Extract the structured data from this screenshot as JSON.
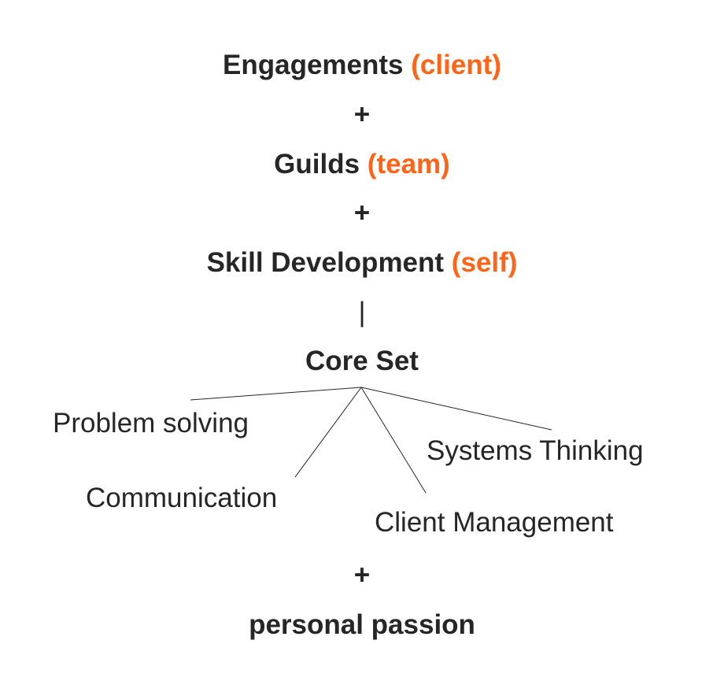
{
  "rows": [
    {
      "main": "Engagements",
      "accent": "(client)"
    },
    {
      "main": "Guilds",
      "accent": "(team)"
    },
    {
      "main": "Skill Development",
      "accent": "(self)"
    }
  ],
  "plus": "+",
  "bar": "|",
  "core_set": {
    "title": "Core Set",
    "items": [
      "Problem solving",
      "Communication",
      "Client Management",
      "Systems Thinking"
    ]
  },
  "footer": "personal passion",
  "colors": {
    "accent": "#ff6316",
    "text": "#262626"
  }
}
